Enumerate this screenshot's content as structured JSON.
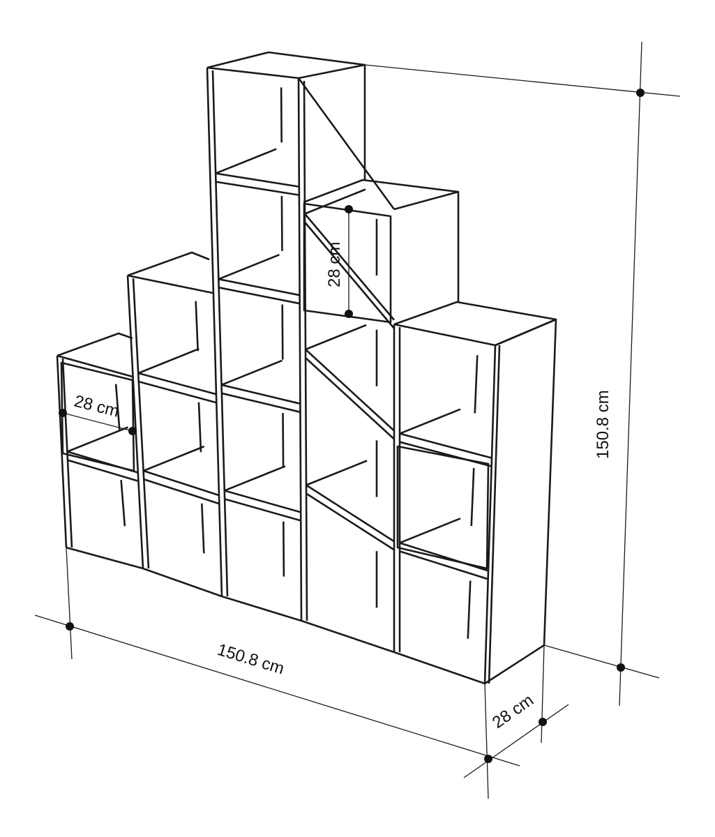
{
  "dimensions": {
    "cube_height": "28 cm",
    "cube_width": "28 cm",
    "total_height": "150.8 cm",
    "total_width": "150.8 cm",
    "depth": "28 cm"
  },
  "colors": {
    "line": "#1a1a1a",
    "background": "#ffffff"
  }
}
